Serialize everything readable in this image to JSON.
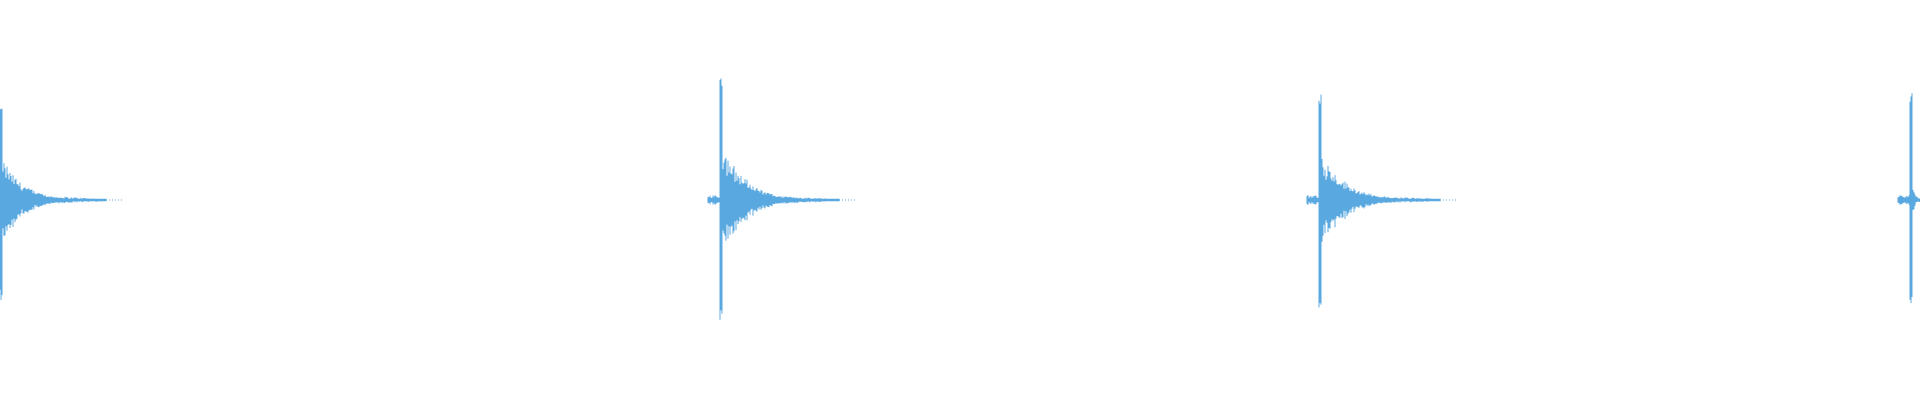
{
  "waveform": {
    "color": "#5aa8e0",
    "bursts": [
      {
        "id": "burst-1",
        "onset_ratio": 0.0,
        "peak_up": 0.48,
        "peak_down": 0.5,
        "tail_length_ratio": 0.055
      },
      {
        "id": "burst-2",
        "onset_ratio": 0.375,
        "peak_up": 0.64,
        "peak_down": 0.64,
        "tail_length_ratio": 0.062
      },
      {
        "id": "burst-3",
        "onset_ratio": 0.687,
        "peak_up": 0.55,
        "peak_down": 0.55,
        "tail_length_ratio": 0.063
      },
      {
        "id": "burst-4",
        "onset_ratio": 0.995,
        "peak_up": 0.56,
        "peak_down": 0.56,
        "tail_length_ratio": 0.006
      }
    ]
  }
}
